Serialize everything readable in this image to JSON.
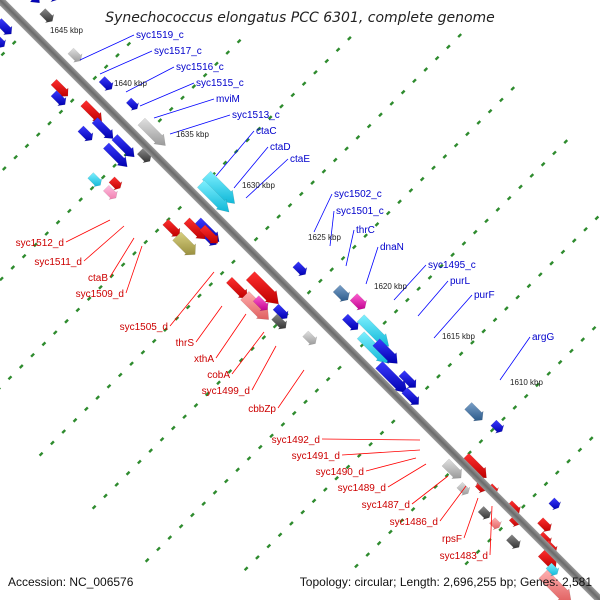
{
  "title": "Synechococcus elongatus PCC 6301, complete genome",
  "footer": {
    "accession": "Accession: NC_006576",
    "summary": "Topology: circular; Length: 2,696,255 bp; Genes: 2,581"
  },
  "colors": {
    "forward_label": "#0000cc",
    "reverse_label": "#cc0000",
    "leader_forward": "#0000ff",
    "leader_reverse": "#ff0000",
    "backbone": "#7a7a7a",
    "tick_dots": "#2e8b2e"
  },
  "ticks": [
    "1645 kbp",
    "1640 kbp",
    "1635 kbp",
    "1630 kbp",
    "1625 kbp",
    "1620 kbp",
    "1615 kbp",
    "1610 kbp"
  ],
  "forward_labels": [
    "syc1519_c",
    "syc1517_c",
    "syc1516_c",
    "syc1515_c",
    "mviM",
    "syc1513_c",
    "ctaC",
    "ctaD",
    "ctaE",
    "syc1502_c",
    "syc1501_c",
    "thrC",
    "dnaN",
    "syc1495_c",
    "purL",
    "purF",
    "argG"
  ],
  "reverse_labels": [
    "syc1512_d",
    "syc1511_d",
    "ctaB",
    "syc1509_d",
    "syc1505_d",
    "thrS",
    "xthA",
    "cobA",
    "syc1499_d",
    "cbbZp",
    "syc1492_d",
    "syc1491_d",
    "syc1490_d",
    "syc1489_d",
    "syc1487_d",
    "syc1486_d",
    "rpsF",
    "syc1483_d"
  ]
}
